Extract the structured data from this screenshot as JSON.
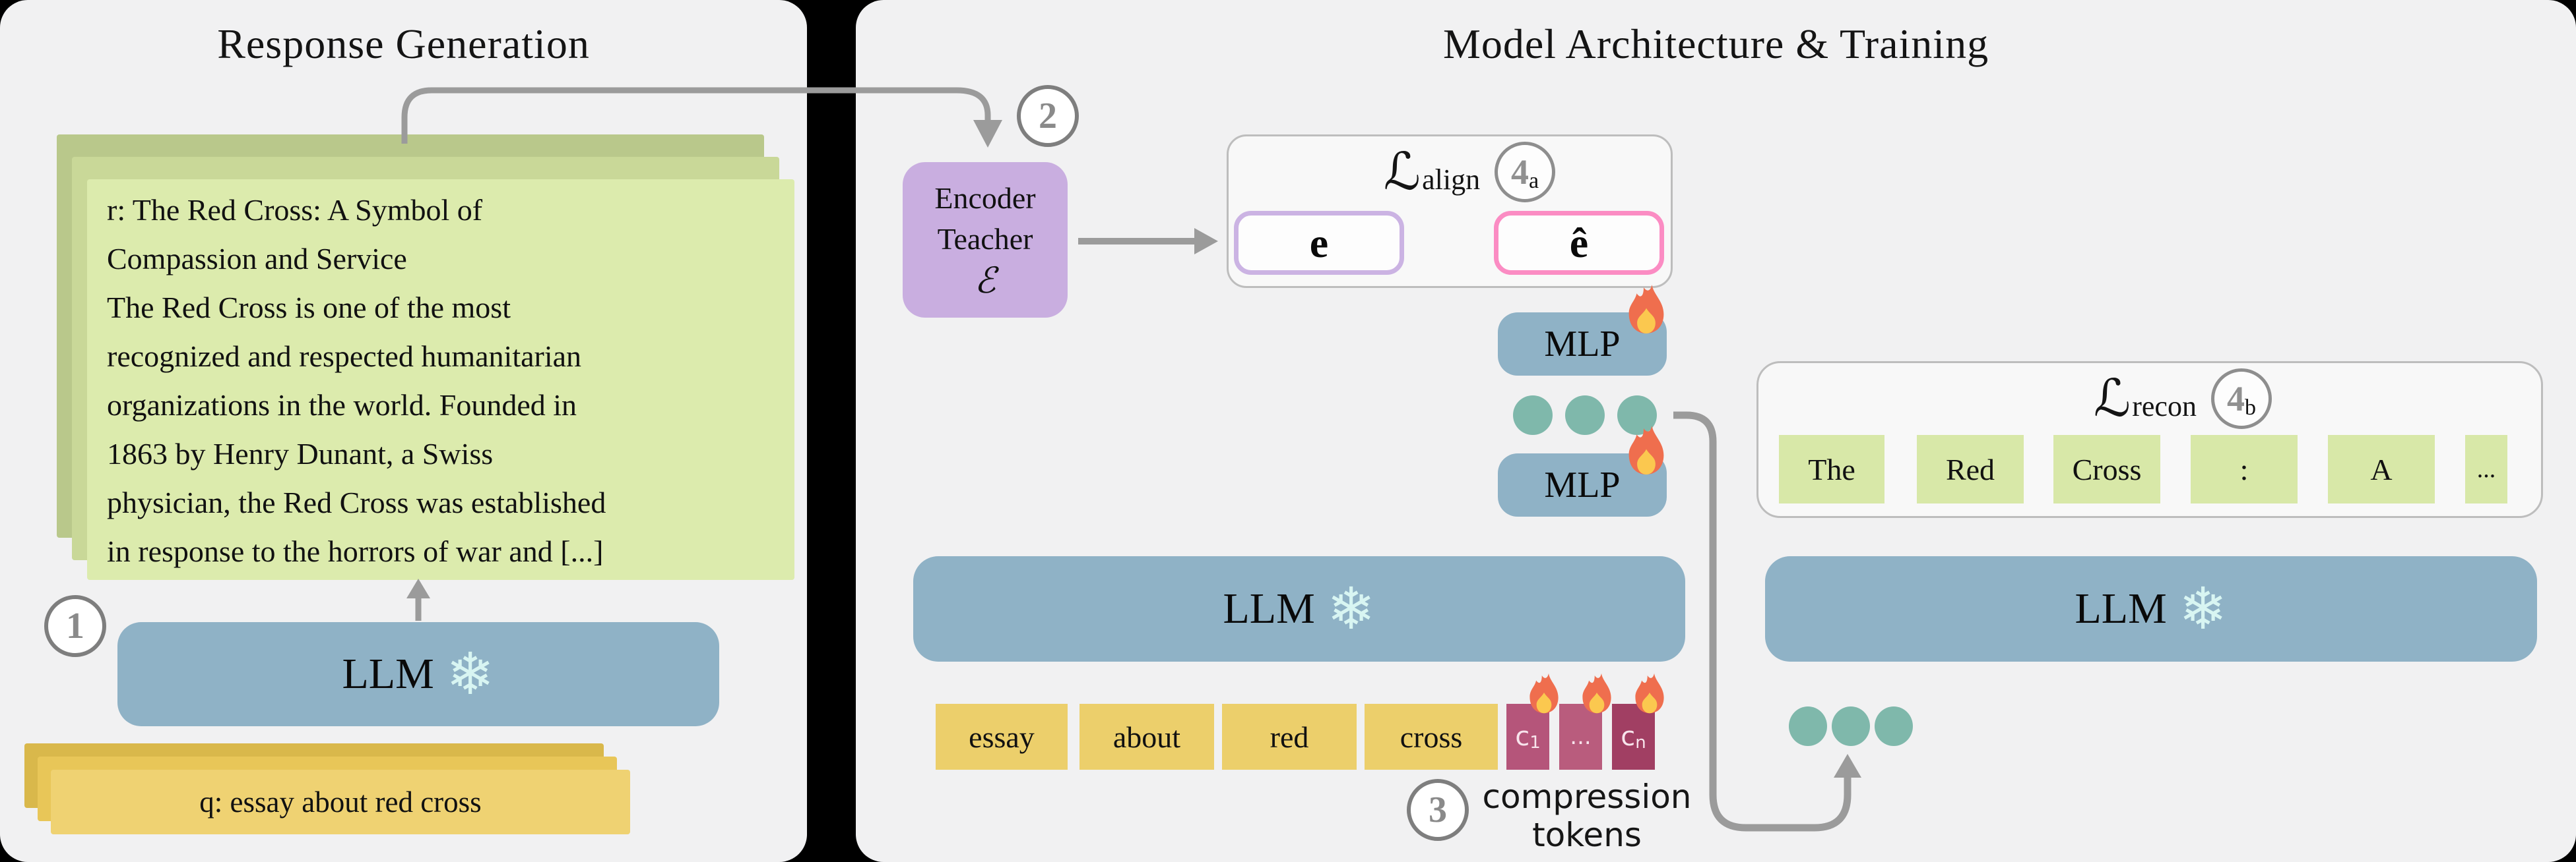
{
  "palette": {
    "page_background": "#000000",
    "panel_background": "#f1f1f2",
    "llm_blue": "#8fb2c6",
    "snowflake_cyan": "#d8f5f2",
    "response_card_green": "#dcebad",
    "query_card_yellow": "#efd272",
    "encoder_purple": "#c9aee0",
    "teal_dot": "#7fb8ab",
    "embedding_border_purple": "#cbb3e3",
    "embedding_hat_border_pink": "#fb8cc3",
    "compression_token_maroon": "#b5557a",
    "compression_token_dark_maroon": "#a13f63",
    "arrow_gray": "#9b9b9b",
    "flame_orange": "#ef6e4e",
    "flame_yellow": "#fbc84f"
  },
  "icons": {
    "frozen": "❄"
  },
  "left_panel": {
    "title": "Response Generation",
    "step_badge": "1",
    "response_text": "r: The Red Cross: A Symbol of\nCompassion and Service\nThe Red Cross is one of the most\nrecognized and respected humanitarian\norganizations in the world. Founded in\n1863 by Henry Dunant, a Swiss\nphysician, the Red Cross was established\nin response to the horrors of war and [...]",
    "llm_label": "LLM",
    "query_text": "q: essay about red cross"
  },
  "right_panel": {
    "title": "Model Architecture & Training",
    "step2_badge": "2",
    "step3_badge": "3",
    "encoder": {
      "line1": "Encoder",
      "line2": "Teacher",
      "symbol": "ℰ"
    },
    "align_loss": {
      "symbol": "ℒ",
      "subscript": "align",
      "badge_number": "4",
      "badge_sub": "a",
      "embedding": "e",
      "embedding_hat": "ê"
    },
    "mlp_top_label": "MLP",
    "mlp_bottom_label": "MLP",
    "recon_loss": {
      "symbol": "ℒ",
      "subscript": "recon",
      "badge_number": "4",
      "badge_sub": "b",
      "tokens": [
        "The",
        "Red",
        "Cross",
        ":",
        "A",
        "..."
      ]
    },
    "llm_mid_label": "LLM",
    "llm_right_label": "LLM",
    "input_tokens": [
      "essay",
      "about",
      "red",
      "cross"
    ],
    "compression_tokens": [
      {
        "base": "c",
        "sub": "1"
      },
      {
        "base": "...",
        "sub": ""
      },
      {
        "base": "c",
        "sub": "n"
      }
    ],
    "caption_line1": "compression",
    "caption_line2": "tokens"
  }
}
